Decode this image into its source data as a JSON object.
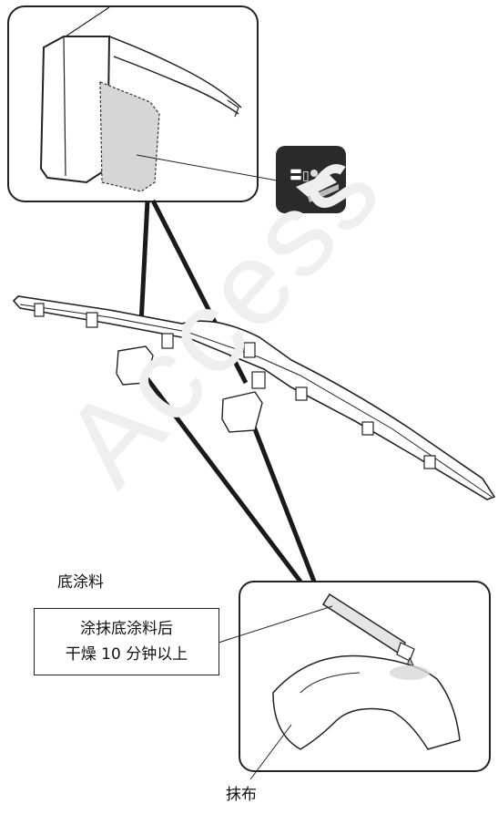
{
  "watermark": "Access",
  "labels": {
    "primer": "底涂料",
    "instruction_line1": "涂抹底涂料后",
    "instruction_line2": "干燥 10 分钟以上",
    "cloth": "抹布"
  },
  "icon_caption": "〓▯",
  "icons": [
    "apply-tape-icon"
  ],
  "colors": {
    "outline": "#222222",
    "light_fill": "#e5e5e5",
    "dark_fill": "#2a2a2a",
    "watermark": "#efefef"
  }
}
